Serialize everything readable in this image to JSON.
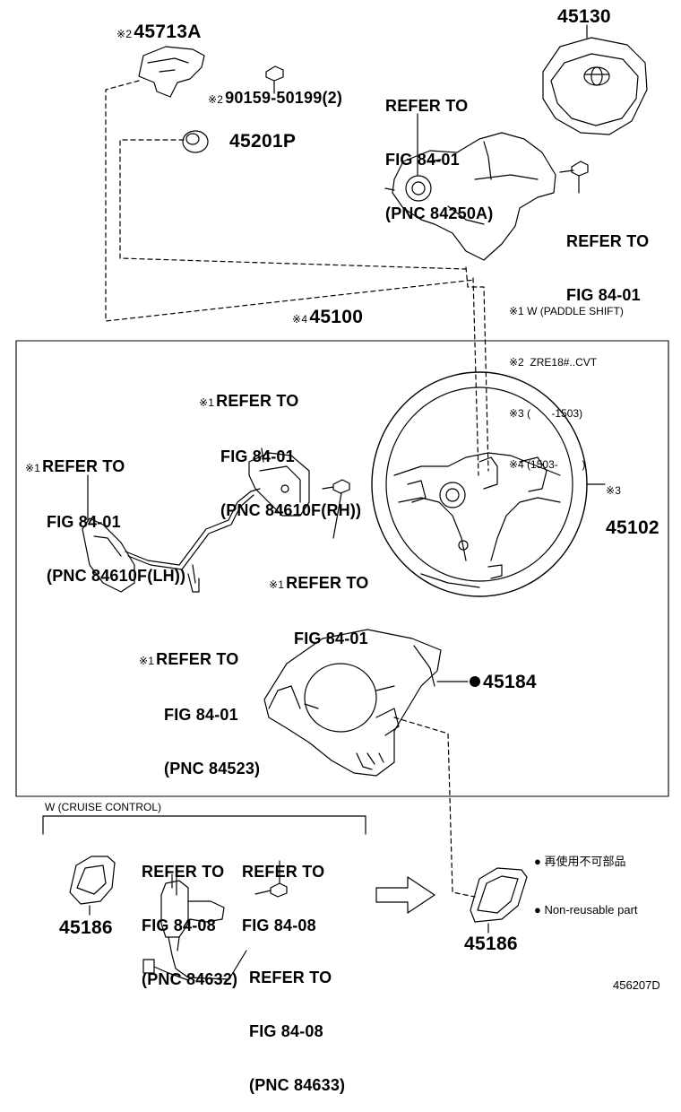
{
  "part_numbers": {
    "p45713a": "45713A",
    "p90159": "90159-50199(2)",
    "p45201p": "45201P",
    "p45130": "45130",
    "p45100": "45100",
    "p45102": "45102",
    "p45184": "45184",
    "p45186_left": "45186",
    "p45186_right": "45186"
  },
  "marks": {
    "m1": "※1",
    "m2": "※2",
    "m3": "※3",
    "m4": "※4"
  },
  "refs": {
    "r_84250a": [
      "REFER TO",
      "FIG 84-01",
      "(PNC 84250A)"
    ],
    "r_right_bolt": [
      "REFER TO",
      "FIG 84-01"
    ],
    "r_84610f_rh": [
      "REFER TO",
      "FIG 84-01",
      "(PNC 84610F(RH))"
    ],
    "r_84610f_lh": [
      "REFER TO",
      "FIG 84-01",
      "(PNC 84610F(LH))"
    ],
    "r_screw": [
      "REFER TO",
      "FIG 84-01"
    ],
    "r_84523": [
      "REFER TO",
      "FIG 84-01",
      "(PNC 84523)"
    ],
    "r_84632": [
      "REFER TO",
      "FIG 84-08",
      "(PNC 84632)"
    ],
    "r_84_08": [
      "REFER TO",
      "FIG 84-08"
    ],
    "r_84633": [
      "REFER TO",
      "FIG 84-08",
      "(PNC 84633)"
    ]
  },
  "legend": {
    "n1": "※1 W (PADDLE SHIFT)",
    "n2": "※2  ZRE18#..CVT",
    "n3": "※3 (       -1503)",
    "n4": "※4 (1503-        )"
  },
  "cruise_label": "W (CRUISE CONTROL)",
  "nonreuse": {
    "jp": "再使用不可部品",
    "en": "Non-reusable part",
    "bullet": "●"
  },
  "diagram_id": "456207D"
}
